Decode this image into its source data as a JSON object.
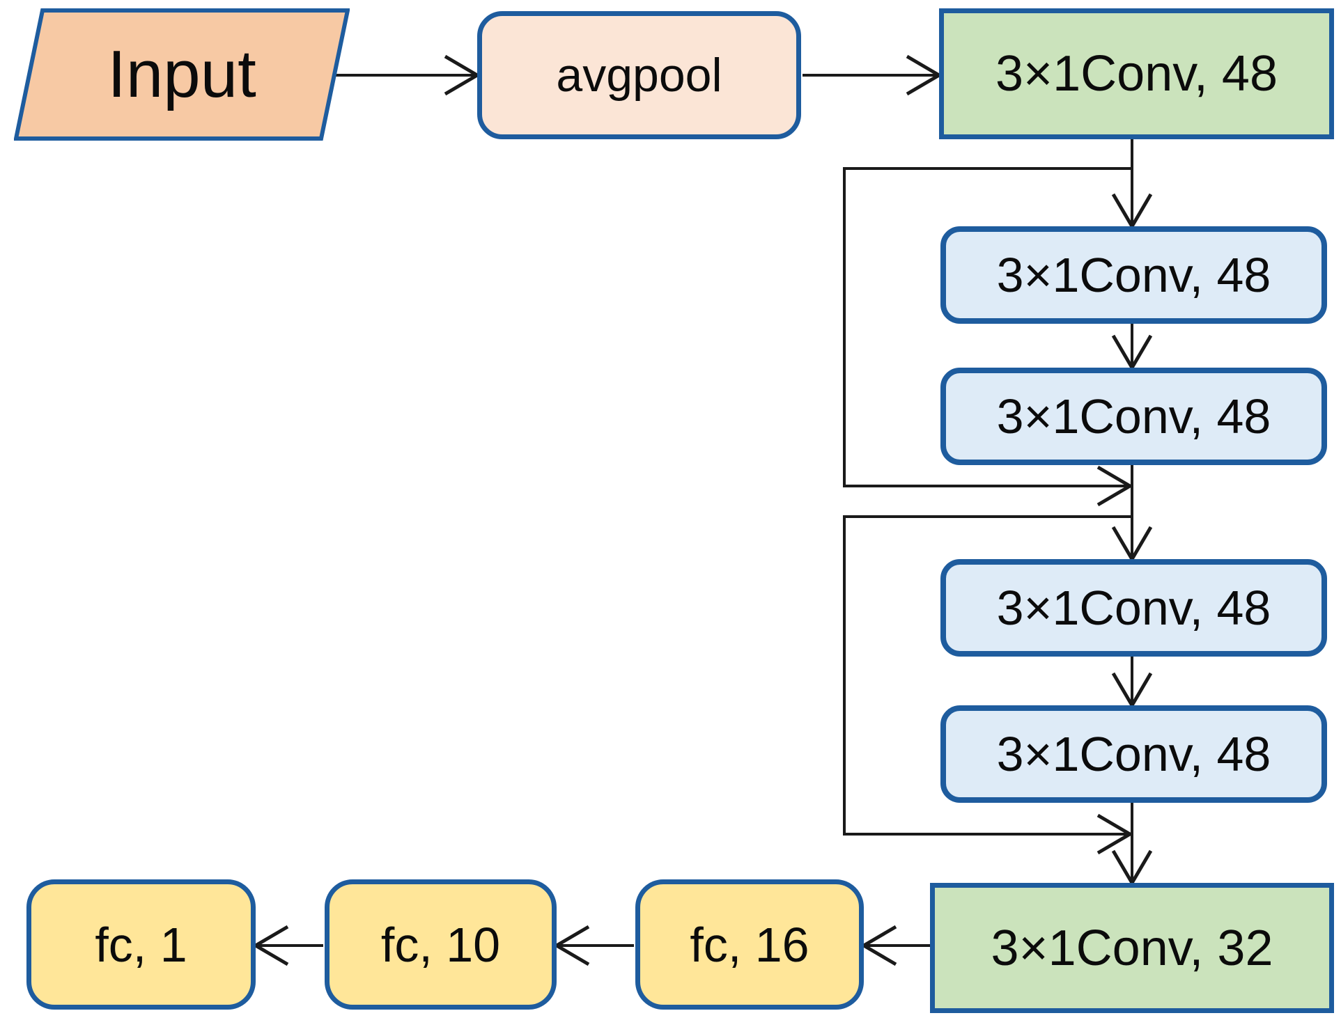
{
  "diagram_type": "neural-network-flowchart",
  "nodes": {
    "input": {
      "label": "Input",
      "shape": "parallelogram",
      "fill": "#F7C9A4"
    },
    "avgpool": {
      "label": "avgpool",
      "shape": "rounded-rect",
      "fill": "#FBE5D6"
    },
    "conv_top": {
      "label": "3×1Conv, 48",
      "shape": "rect",
      "fill": "#CBE3BC"
    },
    "res1_conv1": {
      "label": "3×1Conv, 48",
      "shape": "rounded-rect",
      "fill": "#DEEBF7"
    },
    "res1_conv2": {
      "label": "3×1Conv, 48",
      "shape": "rounded-rect",
      "fill": "#DEEBF7"
    },
    "res2_conv1": {
      "label": "3×1Conv, 48",
      "shape": "rounded-rect",
      "fill": "#DEEBF7"
    },
    "res2_conv2": {
      "label": "3×1Conv, 48",
      "shape": "rounded-rect",
      "fill": "#DEEBF7"
    },
    "conv_bottom": {
      "label": "3×1Conv, 32",
      "shape": "rect",
      "fill": "#CBE3BC"
    },
    "fc16": {
      "label": "fc, 16",
      "shape": "rounded-rect",
      "fill": "#FFE699"
    },
    "fc10": {
      "label": "fc, 10",
      "shape": "rounded-rect",
      "fill": "#FFE699"
    },
    "fc1": {
      "label": "fc, 1",
      "shape": "rounded-rect",
      "fill": "#FFE699"
    }
  },
  "edges": [
    {
      "from": "input",
      "to": "avgpool",
      "type": "arrow"
    },
    {
      "from": "avgpool",
      "to": "conv_top",
      "type": "arrow"
    },
    {
      "from": "conv_top",
      "to": "res1_conv1",
      "type": "arrow"
    },
    {
      "from": "res1_conv1",
      "to": "res1_conv2",
      "type": "arrow"
    },
    {
      "from": "conv_top",
      "to": "sum1",
      "type": "skip-connection"
    },
    {
      "from": "res1_conv2",
      "to": "res2_conv1",
      "type": "arrow"
    },
    {
      "from": "res2_conv1",
      "to": "res2_conv2",
      "type": "arrow"
    },
    {
      "from": "sum1",
      "to": "sum2",
      "type": "skip-connection"
    },
    {
      "from": "res2_conv2",
      "to": "conv_bottom",
      "type": "arrow"
    },
    {
      "from": "conv_bottom",
      "to": "fc16",
      "type": "arrow"
    },
    {
      "from": "fc16",
      "to": "fc10",
      "type": "arrow"
    },
    {
      "from": "fc10",
      "to": "fc1",
      "type": "arrow"
    }
  ],
  "colors": {
    "border_blue": "#1E5C9E",
    "line_black": "#1A1A1A",
    "fill_peach": "#F7C9A4",
    "fill_light_peach": "#FBE5D6",
    "fill_green": "#CBE3BC",
    "fill_light_blue": "#DEEBF7",
    "fill_yellow": "#FFE699"
  }
}
